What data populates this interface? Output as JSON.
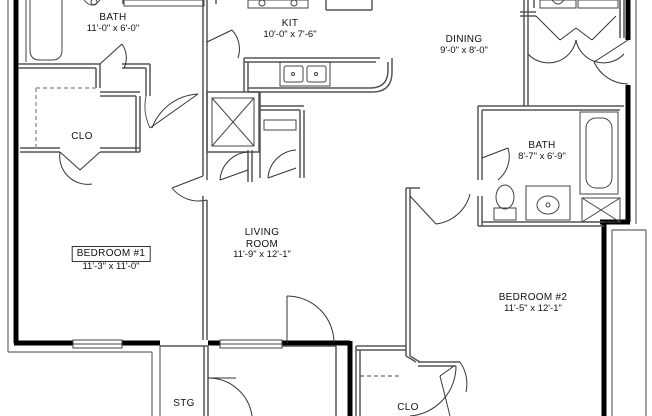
{
  "rooms": {
    "bath1": {
      "name": "BATH",
      "dims": "11'-0\" x 6'-0\""
    },
    "kit": {
      "name": "KIT",
      "dims": "10'-0\" x 7'-6\""
    },
    "dining": {
      "name": "DINING",
      "dims": "9'-0\" x 8'-0\""
    },
    "clo1": {
      "name": "CLO",
      "dims": ""
    },
    "bath2": {
      "name": "BATH",
      "dims": "8'-7\" x 6'-9\""
    },
    "living": {
      "name": "LIVING\nROOM",
      "name_line1": "LIVING",
      "name_line2": "ROOM",
      "dims": "11'-9\" x 12'-1\""
    },
    "bedroom1": {
      "name": "BEDROOM #1",
      "dims": "11'-3\" x 11'-0\""
    },
    "bedroom2": {
      "name": "BEDROOM #2",
      "dims": "11'-5\" x 12'-1\""
    },
    "stg": {
      "name": "STG",
      "dims": ""
    },
    "clo2": {
      "name": "CLO",
      "dims": ""
    }
  },
  "colors": {
    "wall": "#000000",
    "partition": "#555555",
    "fixture": "#444444",
    "line": "#333333"
  }
}
